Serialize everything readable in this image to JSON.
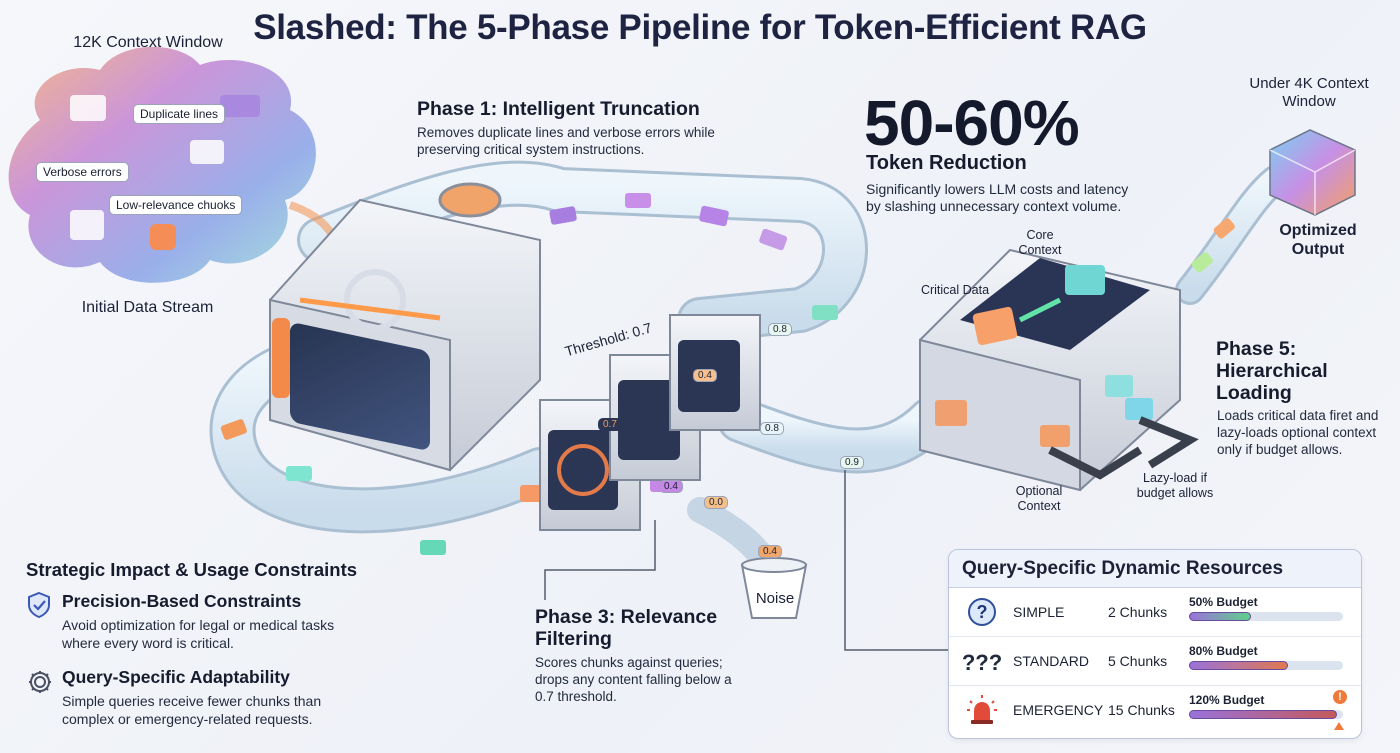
{
  "title": "Slashed: The 5-Phase Pipeline for Token-Efficient RAG",
  "input": {
    "window_label": "12K Context Window",
    "stream_label": "Initial Data Stream",
    "chips": [
      "Duplicate lines",
      "Verbose errors",
      "Low-relevance chuoks"
    ]
  },
  "phase1": {
    "heading": "Phase 1: Intelligent Truncation",
    "description": "Removes duplicate lines and verbose errors while preserving critical system instructions."
  },
  "reduction": {
    "value": "50-60%",
    "label": "Token Reduction",
    "description": "Significantly lowers LLM costs and latency by slashing unnecessary context volume."
  },
  "output": {
    "window_label": "Under 4K Context Window",
    "label": "Optimized Output"
  },
  "phase3": {
    "threshold_label": "Threshold: 0.7",
    "heading": "Phase 3: Relevance Filtering",
    "description": "Scores chunks against queries; drops any content falling below a 0.7 threshold.",
    "noise_label": "Noise",
    "scores": [
      "0.8",
      "0.4",
      "0.7",
      "0.4",
      "0.0",
      "0.4",
      "0.8",
      "0.9"
    ]
  },
  "phase5": {
    "heading": "Phase 5: Hierarchical Loading",
    "description": "Loads critical data firet and lazy-loads optional context only if budget allows.",
    "core_label": "Core Context",
    "critical_label": "Critical Data",
    "optional_label": "Optional Context",
    "lazy_label": "Lazy-load if budget allows"
  },
  "impact": {
    "heading": "Strategic Impact & Usage Constraints",
    "items": [
      {
        "title": "Precision-Based Constraints",
        "text": "Avoid optimization for legal or medical tasks where every word is critical.",
        "icon": "shield-check-icon"
      },
      {
        "title": "Query-Specific Adaptability",
        "text": "Simple queries receive fewer chunks than complex or emergency-related requests.",
        "icon": "gear-icon"
      }
    ]
  },
  "resources": {
    "heading": "Query-Specific Dynamic Resources",
    "rows": [
      {
        "icon": "question-icon",
        "name": "SIMPLE",
        "chunks": "2 Chunks",
        "budget_label": "50% Budget",
        "budget": 0.5,
        "color": "#5fd08a"
      },
      {
        "icon": "multi-question-icon",
        "name": "STANDARD",
        "chunks": "5 Chunks",
        "budget_label": "80% Budget",
        "budget": 0.8,
        "color": "#e0794f"
      },
      {
        "icon": "alarm-icon",
        "name": "EMERGENCY",
        "chunks": "15 Chunks",
        "budget_label": "120% Budget",
        "budget": 1.2,
        "color": "#c45a5a"
      }
    ]
  }
}
